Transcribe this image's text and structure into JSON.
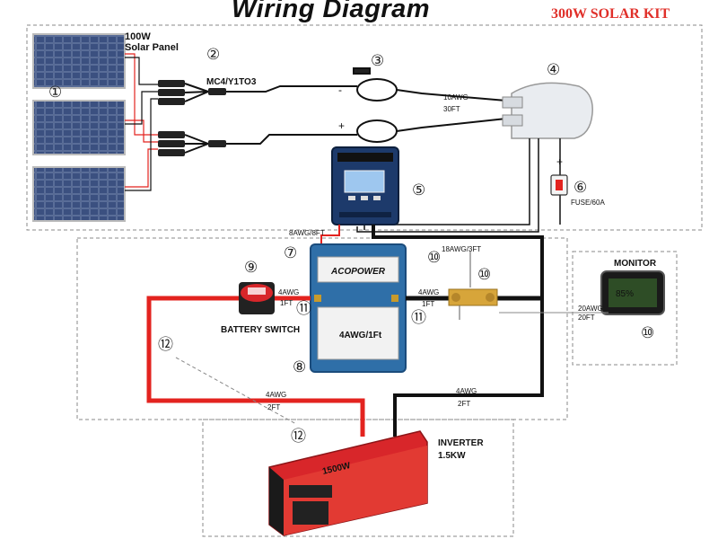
{
  "header": {
    "title": "Wiring Diagram",
    "kit": "300W SOLAR KIT"
  },
  "colors": {
    "positive": "#e3231f",
    "negative": "#111111",
    "panel": "#2c3e66",
    "controller": "#1d3a6b",
    "battery": "#2f6fa8",
    "inverter": "#d8262a"
  },
  "components": {
    "panel_label": "100W\nSolar Panel",
    "panel_label_1": "100W",
    "panel_label_2": "Solar Panel",
    "connector_label": "MC4/Y1TO3",
    "battery_switch_label": "BATTERY SWITCH",
    "battery_brand": "ACOPOWER",
    "battery_cable_label": "4AWG/1Ft",
    "monitor_label": "MONITOR",
    "inverter_label_1": "INVERTER",
    "inverter_label_2": "1.5KW",
    "fuse_label": "FUSE/60A",
    "inverter_front_text": "1500W",
    "monitor_screen": "85%"
  },
  "markers": {
    "n1": "①",
    "n2": "②",
    "n3": "③",
    "n4": "④",
    "n5": "⑤",
    "n6": "⑥",
    "n7": "⑦",
    "n8": "⑧",
    "n9": "⑨",
    "n10": "⑩",
    "n11": "⑪",
    "n12": "⑫"
  },
  "wires": {
    "awg10": "10AWG",
    "ft30": "30FT",
    "awg8": "8AWG/8FT",
    "awg18": "18AWG/3FT",
    "awg4": "4AWG",
    "ft1": "1FT",
    "awg20": "20AWG",
    "ft20": "20FT",
    "ft2": "2FT",
    "minus": "-",
    "plus": "+"
  }
}
